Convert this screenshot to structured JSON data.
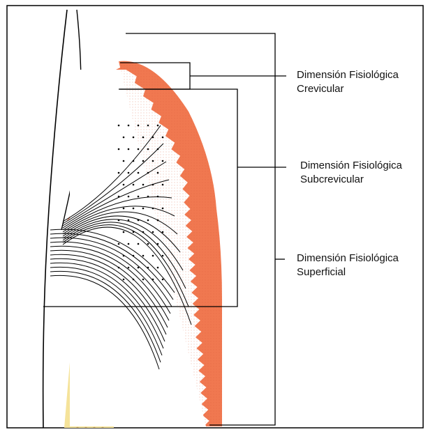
{
  "labels": {
    "crevicular": {
      "line1": "Dimensión Fisiológica",
      "line2": "Crevicular"
    },
    "subcrevicular": {
      "line1": "Dimensión Fisiológica",
      "line2": "Subcrevicular"
    },
    "superficial": {
      "line1": "Dimensión Fisiológica",
      "line2": "Superficial"
    }
  },
  "colors": {
    "epithelium": "#f07850",
    "bone": "#f5e39a",
    "bone_spots": "#c9a25a",
    "lines": "#000000"
  }
}
